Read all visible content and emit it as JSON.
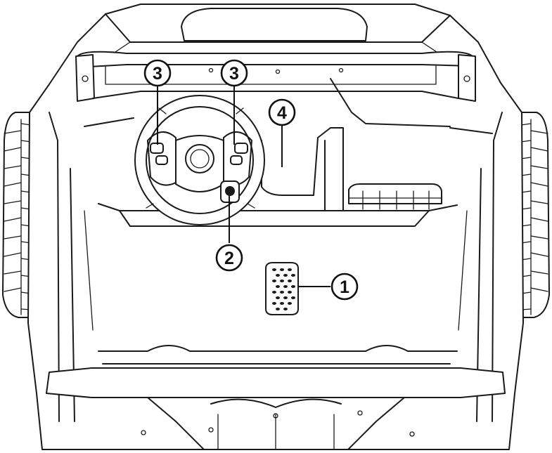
{
  "callouts": [
    {
      "label": "1",
      "part": "pedal"
    },
    {
      "label": "2",
      "part": "ignition"
    },
    {
      "label": "3",
      "part": "steering-wheel-button-left"
    },
    {
      "label": "3",
      "part": "steering-wheel-button-right"
    },
    {
      "label": "4",
      "part": "dashboard-panel"
    }
  ],
  "colors": {
    "line": "#1a1a1a",
    "background": "#ffffff"
  }
}
